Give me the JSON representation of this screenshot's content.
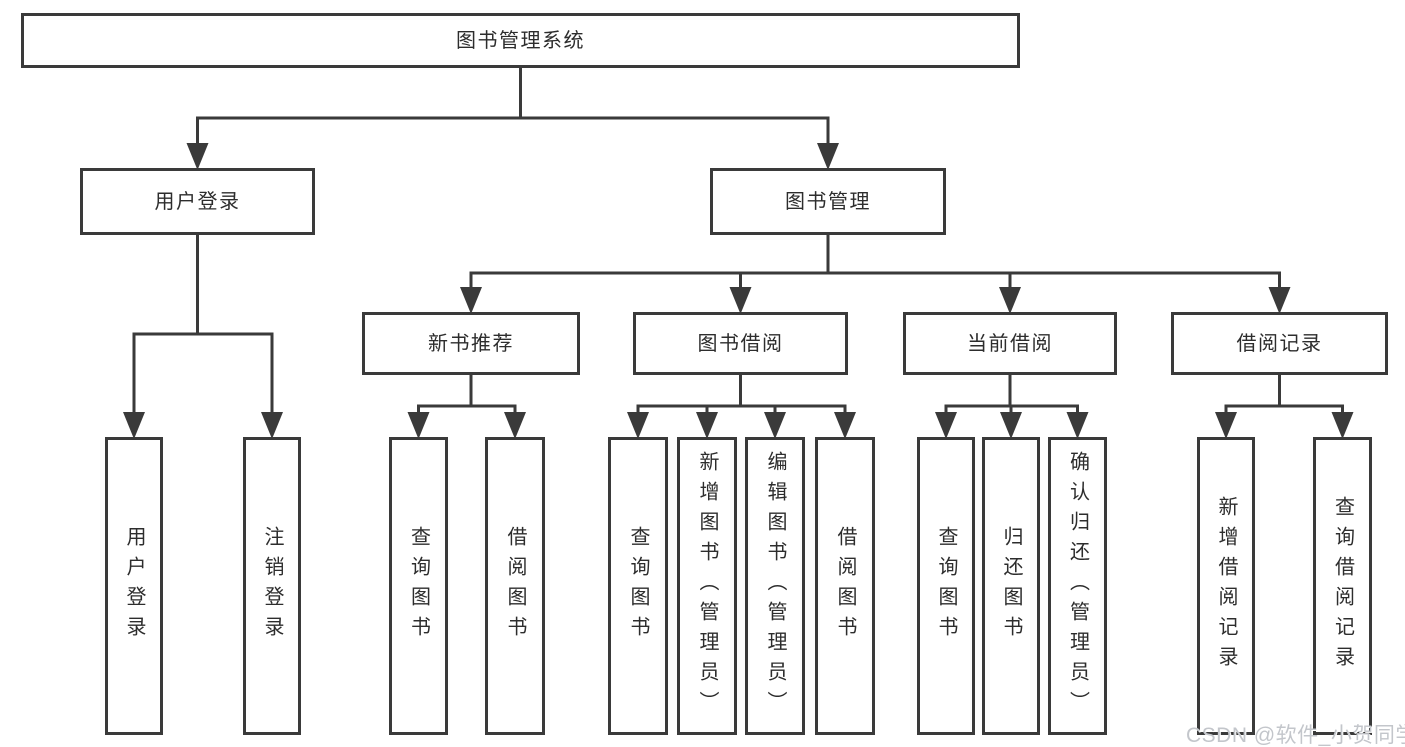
{
  "diagram": {
    "line_color": "#3a3a3a",
    "box_border_color": "#3a3a3a",
    "text_color": "#2d2d2d",
    "nodes": [
      {
        "id": "root",
        "label": "图书管理系统",
        "parent": null,
        "orientation": "horizontal"
      },
      {
        "id": "user-login",
        "label": "用户登录",
        "parent": "root",
        "orientation": "horizontal"
      },
      {
        "id": "book-mgmt",
        "label": "图书管理",
        "parent": "root",
        "orientation": "horizontal"
      },
      {
        "id": "new-book-rec",
        "label": "新书推荐",
        "parent": "book-mgmt",
        "orientation": "horizontal"
      },
      {
        "id": "book-borrow",
        "label": "图书借阅",
        "parent": "book-mgmt",
        "orientation": "horizontal"
      },
      {
        "id": "current-borrow",
        "label": "当前借阅",
        "parent": "book-mgmt",
        "orientation": "horizontal"
      },
      {
        "id": "borrow-records",
        "label": "借阅记录",
        "parent": "book-mgmt",
        "orientation": "horizontal"
      },
      {
        "id": "leaf-user-login",
        "label": "用户登录",
        "parent": "user-login",
        "orientation": "vertical"
      },
      {
        "id": "leaf-logout",
        "label": "注销登录",
        "parent": "user-login",
        "orientation": "vertical"
      },
      {
        "id": "leaf-query-book-1",
        "label": "查询图书",
        "parent": "new-book-rec",
        "orientation": "vertical"
      },
      {
        "id": "leaf-borrow-book-1",
        "label": "借阅图书",
        "parent": "new-book-rec",
        "orientation": "vertical"
      },
      {
        "id": "leaf-query-book-2",
        "label": "查询图书",
        "parent": "book-borrow",
        "orientation": "vertical"
      },
      {
        "id": "leaf-add-book",
        "label": "新增图书（管理员）",
        "parent": "book-borrow",
        "orientation": "vertical"
      },
      {
        "id": "leaf-edit-book",
        "label": "编辑图书（管理员）",
        "parent": "book-borrow",
        "orientation": "vertical"
      },
      {
        "id": "leaf-borrow-book-2",
        "label": "借阅图书",
        "parent": "book-borrow",
        "orientation": "vertical"
      },
      {
        "id": "leaf-query-book-3",
        "label": "查询图书",
        "parent": "current-borrow",
        "orientation": "vertical"
      },
      {
        "id": "leaf-return-book",
        "label": "归还图书",
        "parent": "current-borrow",
        "orientation": "vertical"
      },
      {
        "id": "leaf-confirm-return",
        "label": "确认归还（管理员）",
        "parent": "current-borrow",
        "orientation": "vertical"
      },
      {
        "id": "leaf-add-record",
        "label": "新增借阅记录",
        "parent": "borrow-records",
        "orientation": "vertical"
      },
      {
        "id": "leaf-query-record",
        "label": "查询借阅记录",
        "parent": "borrow-records",
        "orientation": "vertical"
      }
    ]
  },
  "watermark": {
    "text": "CSDN @软件_小贺同学",
    "color": "#c3c6cb"
  }
}
